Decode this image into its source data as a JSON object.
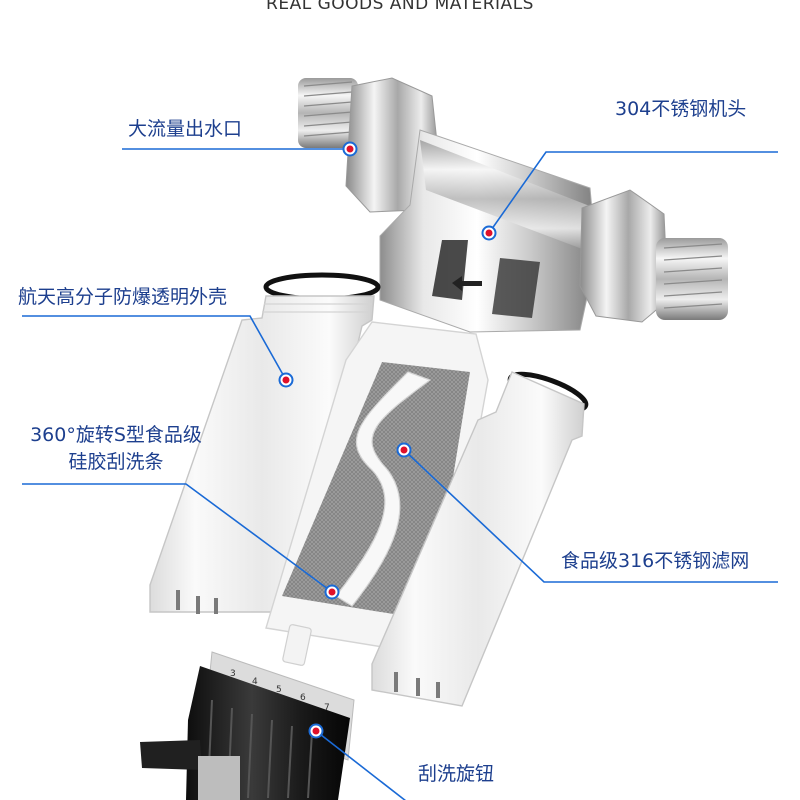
{
  "header": {
    "text": "REAL GOODS AND MATERIALS"
  },
  "colors": {
    "accent_blue": "#1a6ad6",
    "label_text": "#1d3f8e",
    "dot_red": "#e0102a",
    "chrome_light": "#f2f2f2",
    "chrome_dark": "#6a6a6a",
    "knob_dark": "#1c1c1c"
  },
  "callouts": {
    "outlet": {
      "label": "大流量出水口"
    },
    "head": {
      "label": "304不锈钢机头"
    },
    "shell": {
      "label": "航天高分子防爆透明外壳"
    },
    "scraper": {
      "line1": "360°旋转S型食品级",
      "line2": "硅胶刮洗条"
    },
    "mesh": {
      "label": "食品级316不锈钢滤网"
    },
    "knob": {
      "label": "刮洗旋钮"
    }
  },
  "knob_scale": {
    "ticks": [
      "3",
      "4",
      "5",
      "6",
      "7"
    ]
  }
}
